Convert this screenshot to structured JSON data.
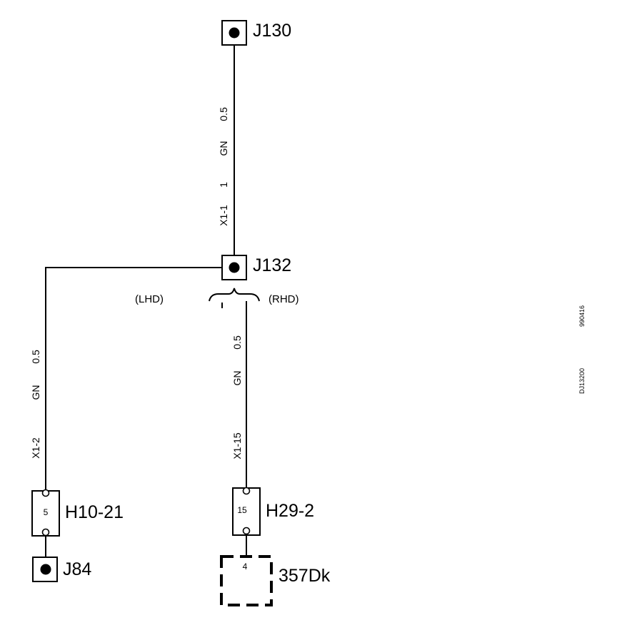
{
  "junctions": {
    "j130": "J130",
    "j132": "J132",
    "j84": "J84"
  },
  "connectors": {
    "h10_21": {
      "ref": "H10-21",
      "pin": "5"
    },
    "h29_2": {
      "ref": "H29-2",
      "pin": "15"
    },
    "c357dk": {
      "ref": "357Dk",
      "pin": "4"
    }
  },
  "wires": {
    "top": {
      "size": "0.5",
      "color": "GN",
      "count": "1",
      "connector_pin": "X1-1"
    },
    "left": {
      "size": "0.5",
      "color": "GN",
      "connector_pin": "X1-2"
    },
    "right": {
      "size": "0.5",
      "color": "GN",
      "connector_pin": "X1-15"
    }
  },
  "variants": {
    "lhd": "(LHD)",
    "rhd": "(RHD)"
  },
  "document": {
    "code": "DJ13200",
    "date": "990416"
  }
}
